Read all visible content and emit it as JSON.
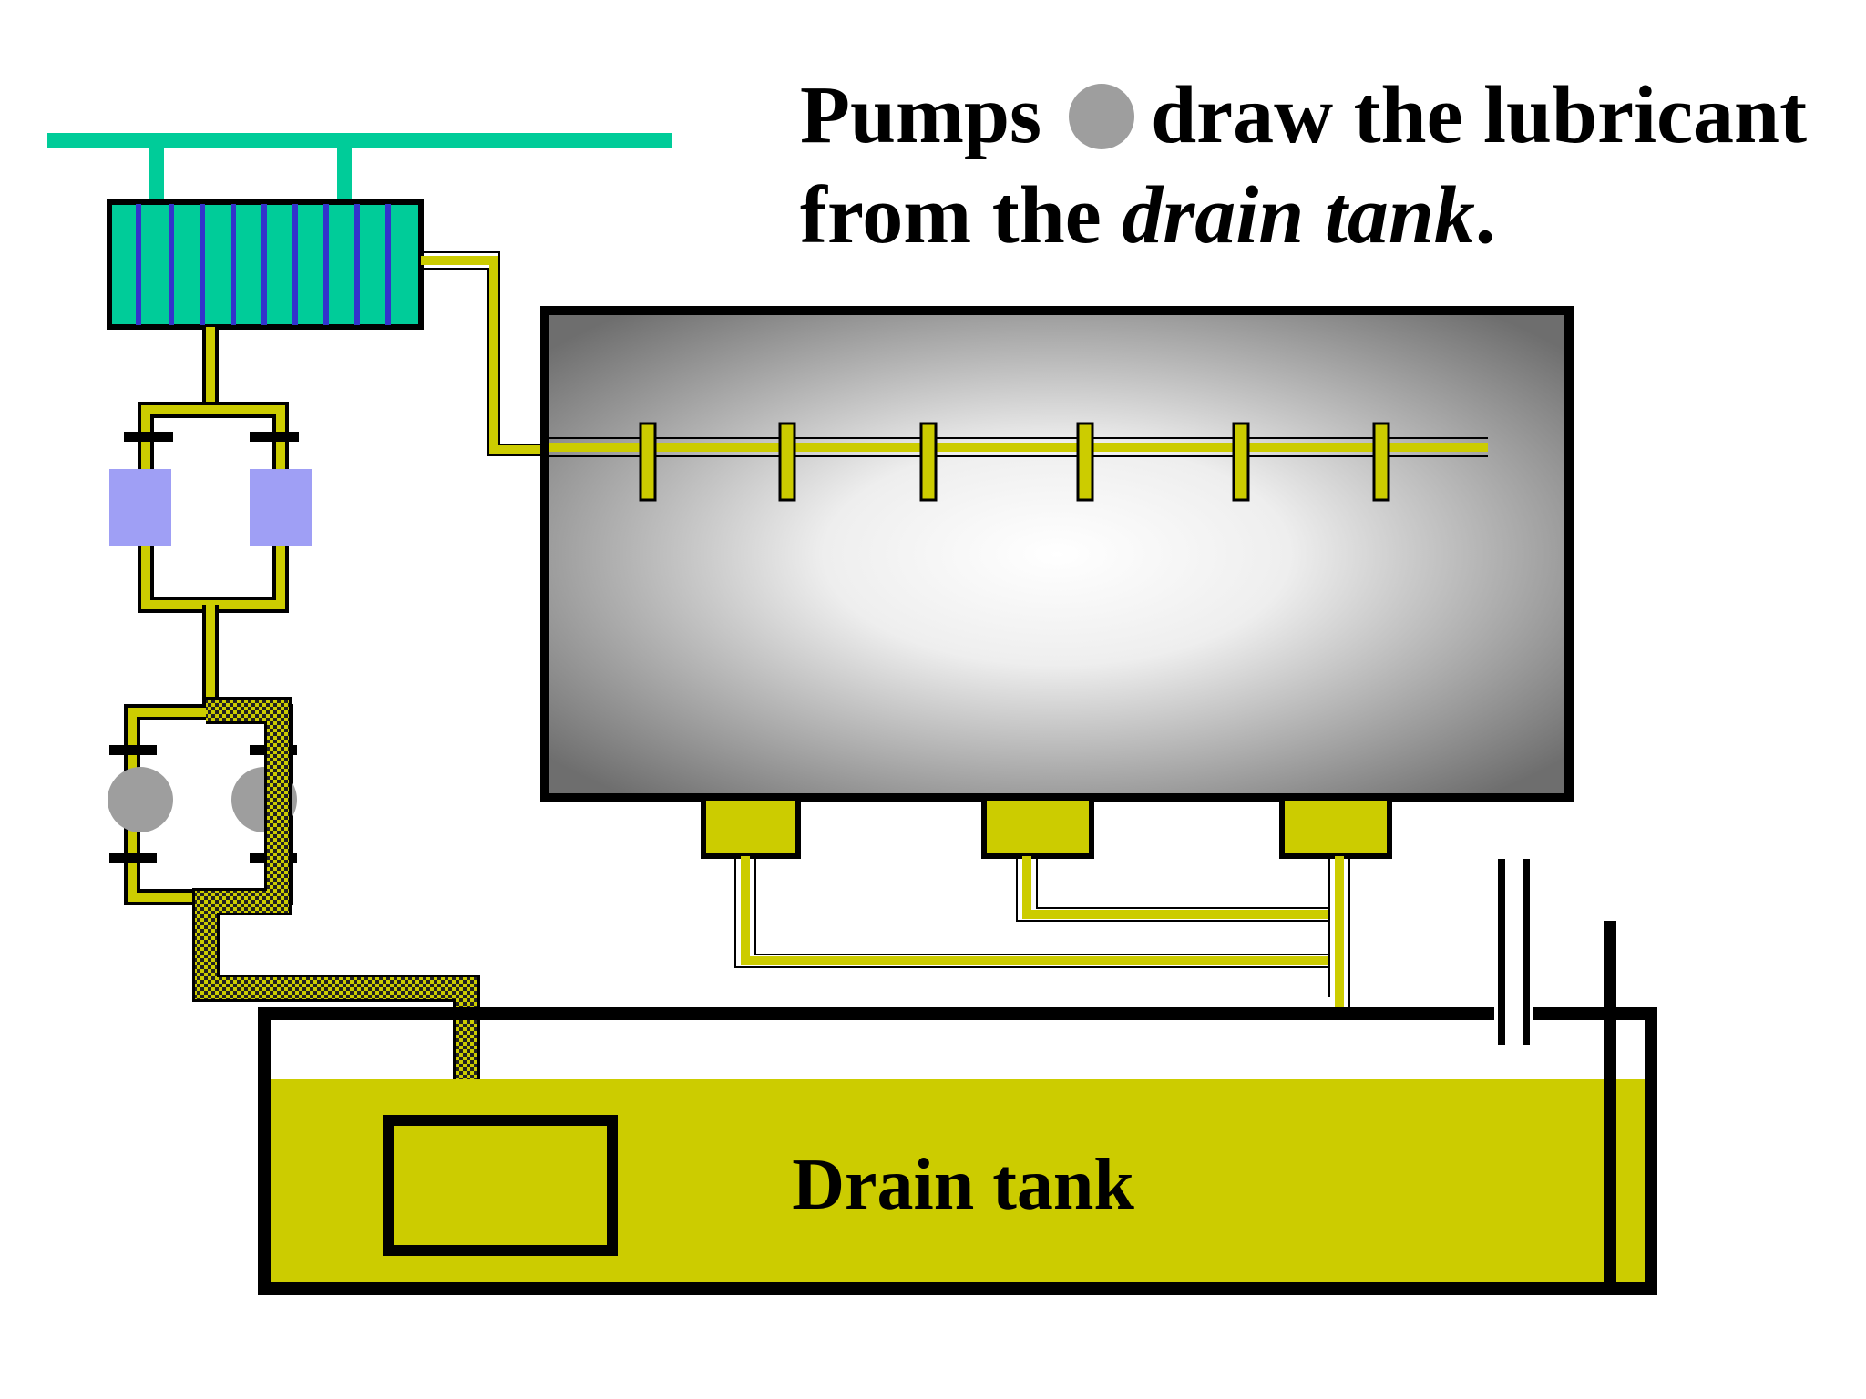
{
  "caption": {
    "word_pumps": "Pumps",
    "line1_rest": "draw the lubricant",
    "line2_prefix": "from the ",
    "line2_italic": "drain tank",
    "line2_suffix": "."
  },
  "labels": {
    "drain_tank": "Drain tank"
  },
  "colors": {
    "lubricant": "#cccc00",
    "cooler": "#00cc99",
    "cooler_tubes": "#3333cc",
    "filters": "#9f9ff5",
    "pumps": "#9e9e9e",
    "outline": "#000000"
  }
}
